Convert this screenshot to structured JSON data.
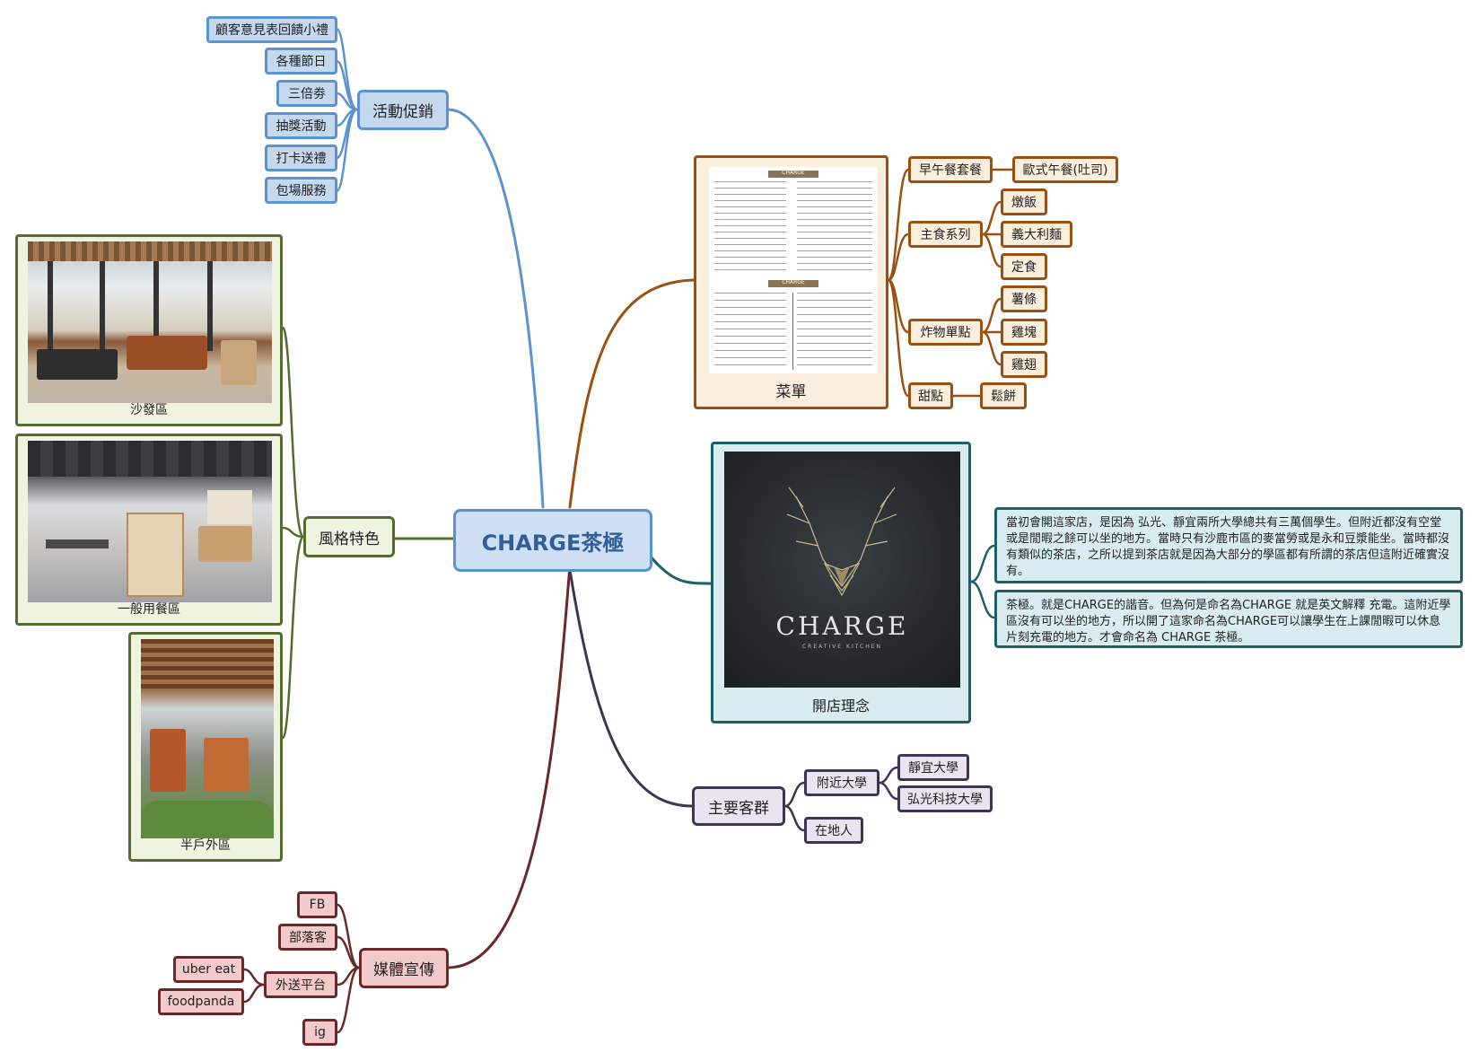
{
  "root": {
    "label": "CHARGE茶極"
  },
  "promotion": {
    "label": "活動促銷",
    "items": [
      "顧客意見表回饋小禮",
      "各種節日",
      "三倍劵",
      "抽獎活動",
      "打卡送禮",
      "包場服務"
    ]
  },
  "style": {
    "label": "風格特色",
    "areas": [
      "沙發區",
      "一般用餐區",
      "半戶外區"
    ]
  },
  "media": {
    "label": "媒體宣傳",
    "items": [
      "FB",
      "部落客",
      "外送平台",
      "ig"
    ],
    "delivery": [
      "uber eat",
      "foodpanda"
    ]
  },
  "menu": {
    "label": "菜單",
    "brand": "CHARGE",
    "breakfast": {
      "label": "早午餐套餐",
      "child": "歐式午餐(吐司)"
    },
    "main": {
      "label": "主食系列",
      "children": [
        "燉飯",
        "義大利麵",
        "定食"
      ]
    },
    "fried": {
      "label": "炸物單點",
      "children": [
        "薯條",
        "雞塊",
        "雞翅"
      ]
    },
    "dessert": {
      "label": "甜點",
      "child": "鬆餅"
    }
  },
  "concept": {
    "label": "開店理念",
    "logo_text": "CHARGE",
    "logo_sub": "CREATIVE KITCHEN",
    "text1": "當初會開這家店，是因為 弘光、靜宜兩所大學總共有三萬個學生。但附近都沒有空堂或是閒暇之餘可以坐的地方。當時只有沙鹿市區的麥當勞或是永和豆漿能坐。當時都沒有類似的茶店，之所以提到茶店就是因為大部分的學區都有所謂的茶店但這附近確實沒有。",
    "text2": "茶極。就是CHARGE的諧音。但為何是命名為CHARGE 就是英文解釋 充電。這附近學區沒有可以坐的地方，所以開了這家命名為CHARGE可以讓學生在上課閒暇可以休息片刻充電的地方。才會命名為 CHARGE 茶極。"
  },
  "customers": {
    "label": "主要客群",
    "nearby": {
      "label": "附近大學",
      "children": [
        "靜宜大學",
        "弘光科技大學"
      ]
    },
    "local": "在地人"
  }
}
